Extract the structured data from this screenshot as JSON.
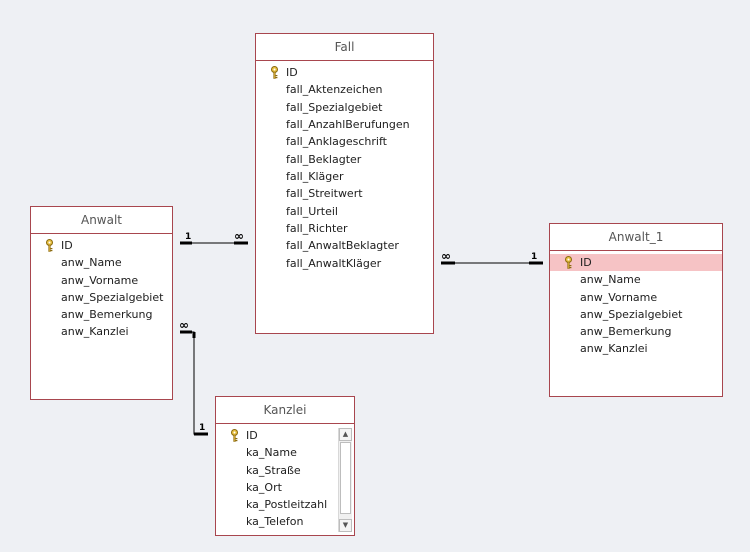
{
  "tables": {
    "fall": {
      "title": "Fall",
      "fields": [
        "ID",
        "fall_Aktenzeichen",
        "fall_Spezialgebiet",
        "fall_AnzahlBerufungen",
        "fall_Anklageschrift",
        "fall_Beklagter",
        "fall_Kläger",
        "fall_Streitwert",
        "fall_Urteil",
        "fall_Richter",
        "fall_AnwaltBeklagter",
        "fall_AnwaltKläger"
      ]
    },
    "anwalt": {
      "title": "Anwalt",
      "fields": [
        "ID",
        "anw_Name",
        "anw_Vorname",
        "anw_Spezialgebiet",
        "anw_Bemerkung",
        "anw_Kanzlei"
      ]
    },
    "anwalt1": {
      "title": "Anwalt_1",
      "fields": [
        "ID",
        "anw_Name",
        "anw_Vorname",
        "anw_Spezialgebiet",
        "anw_Bemerkung",
        "anw_Kanzlei"
      ]
    },
    "kanzlei": {
      "title": "Kanzlei",
      "fields": [
        "ID",
        "ka_Name",
        "ka_Straße",
        "ka_Ort",
        "ka_Postleitzahl",
        "ka_Telefon"
      ]
    }
  },
  "relationships": {
    "anwalt_fall": {
      "one": "1",
      "many": "∞"
    },
    "fall_anwalt1": {
      "one": "1",
      "many": "∞"
    },
    "kanzlei_anwalt": {
      "one": "1",
      "many": "∞"
    }
  },
  "icons": {
    "primary_key": "key-icon",
    "scroll_up": "scroll-up-arrow-icon",
    "scroll_down": "scroll-down-arrow-icon"
  },
  "colors": {
    "table_border": "#a8464e",
    "selected_row": "#f6c3c5",
    "canvas": "#eef0f4"
  }
}
